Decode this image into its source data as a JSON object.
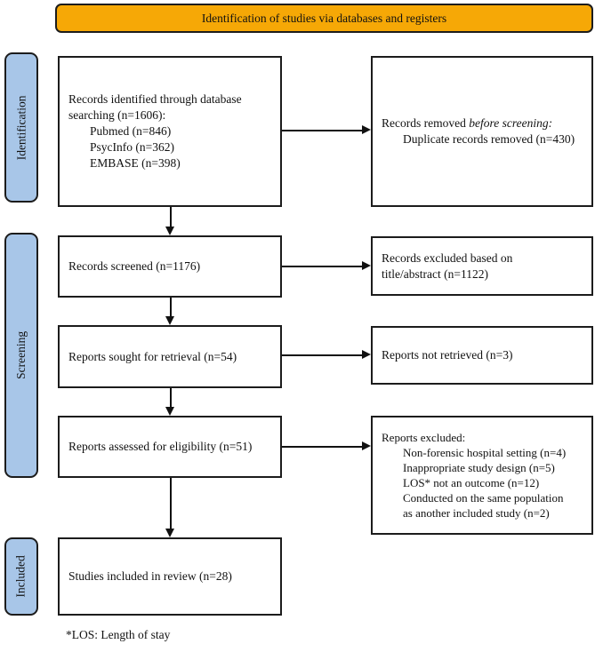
{
  "banner": {
    "title": "Identification of studies via databases and registers"
  },
  "stages": [
    {
      "label": "Identification"
    },
    {
      "label": "Screening"
    },
    {
      "label": "Included"
    }
  ],
  "boxes": {
    "identified": {
      "line1": "Records identified through database",
      "line2": "searching (n=1606):",
      "sources": [
        "Pubmed (n=846)",
        "PsycInfo (n=362)",
        "EMBASE (n=398)"
      ]
    },
    "removed": {
      "prefix": "Records removed ",
      "italic": "before screening:",
      "detail": "Duplicate records removed (n=430)"
    },
    "screened": {
      "label": "Records screened (n=1176)"
    },
    "excluded_title_abstract": {
      "line1": "Records excluded based on",
      "line2": "title/abstract (n=1122)"
    },
    "sought": {
      "label": "Reports sought for retrieval (n=54)"
    },
    "not_retrieved": {
      "label": "Reports not retrieved (n=3)"
    },
    "assessed": {
      "label": "Reports assessed for eligibility (n=51)"
    },
    "excluded_reports": {
      "title": "Reports excluded:",
      "reasons": [
        "Non-forensic hospital setting (n=4)",
        "Inappropriate study design (n=5)",
        "LOS* not an outcome (n=12)",
        "Conducted on the same population",
        "as another included study (n=2)"
      ]
    },
    "included": {
      "label": "Studies included in review (n=28)"
    }
  },
  "footnote": {
    "text": "*LOS: Length of stay"
  },
  "colors": {
    "banner_fill": "#F6A806",
    "stage_fill": "#A8C6E8",
    "box_border": "#1C1C1C",
    "text": "#111111"
  }
}
